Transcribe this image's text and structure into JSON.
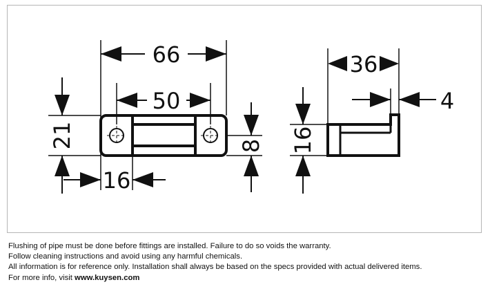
{
  "diagram": {
    "front_view": {
      "overall_width": "66",
      "hole_spacing": "50",
      "height": "21",
      "end_width": "16",
      "depth_mark": "8"
    },
    "side_view": {
      "depth": "36",
      "lip": "4",
      "height": "16"
    }
  },
  "notes": {
    "line1": "Flushing of pipe must be done before fittings are installed. Failure to do so voids the warranty.",
    "line2": "Follow cleaning instructions and avoid using any harmful chemicals.",
    "line3": "All information is for reference only. Installation shall always be based on the specs provided with actual delivered items.",
    "line4_prefix": "For more info, visit ",
    "line4_link": "www.kuysen.com"
  }
}
